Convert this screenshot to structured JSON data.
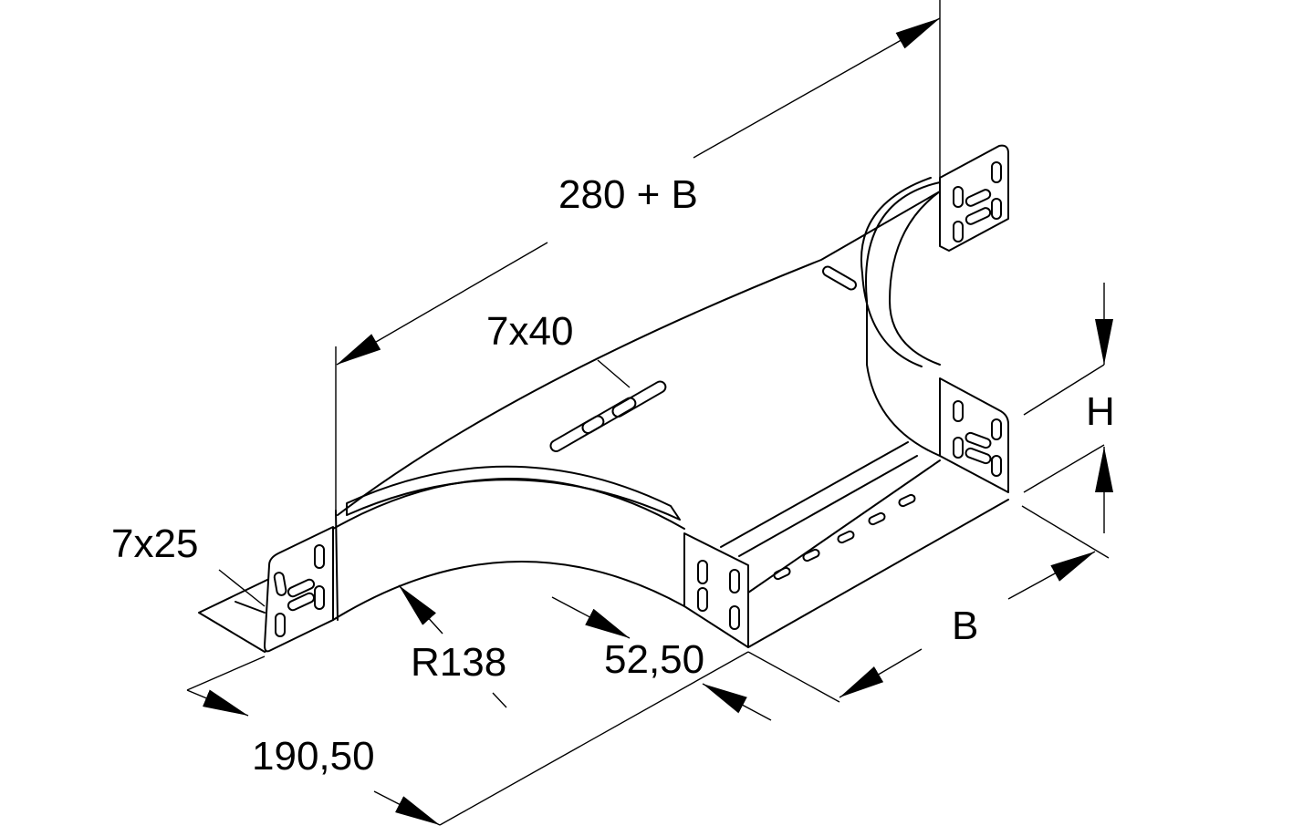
{
  "drawing": {
    "dimensions": {
      "length": "280 + B",
      "slot_top": "7x40",
      "slot_flange": "7x25",
      "radius": "R138",
      "offset": "52,50",
      "depth": "190,50",
      "width": "B",
      "height": "H"
    },
    "line_color": "#000000",
    "background_color": "#ffffff"
  }
}
